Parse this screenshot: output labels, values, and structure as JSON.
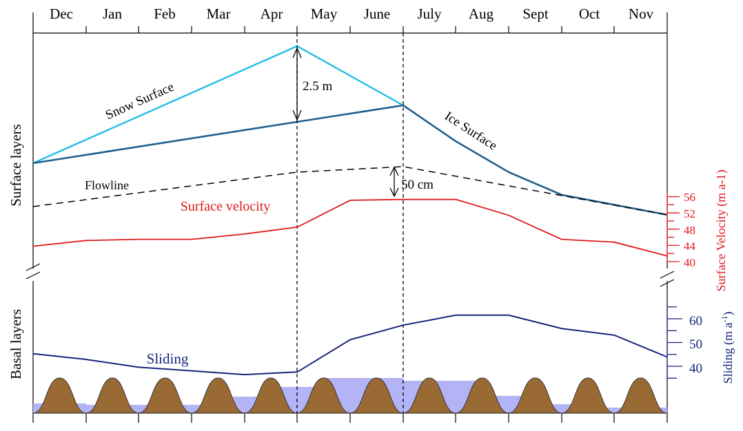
{
  "months": [
    "Dec",
    "Jan",
    "Feb",
    "Mar",
    "Apr",
    "May",
    "June",
    "July",
    "Aug",
    "Sept",
    "Oct",
    "Nov"
  ],
  "labels": {
    "snow_surface": "Snow Surface",
    "ice_surface": "Ice Surface",
    "flowline": "Flowline",
    "surface_velocity": "Surface velocity",
    "sliding": "Sliding",
    "surface_layers": "Surface layers",
    "basal_layers": "Basal layers",
    "snow_thickness": "2.5 m",
    "flowline_offset": "50 cm"
  },
  "axes": {
    "surface_velocity": {
      "title": "Surface Velocity (m a-1)",
      "ticks": [
        40,
        44,
        48,
        52,
        56
      ]
    },
    "sliding": {
      "title_prefix": "Sliding (m a",
      "title_superscript": "-1",
      "title_suffix": ")",
      "ticks": [
        40,
        50,
        60
      ]
    }
  },
  "chart_data": {
    "type": "line",
    "x": [
      "Dec",
      "Jan",
      "Feb",
      "Mar",
      "Apr",
      "May",
      "June",
      "July",
      "Aug",
      "Sept",
      "Oct",
      "Nov"
    ],
    "surface_velocity": [
      43.8,
      45.2,
      45.5,
      45.5,
      46.8,
      48.5,
      55.1,
      55.3,
      55.3,
      51.4,
      45.5,
      44.8,
      41.4
    ],
    "sliding": [
      45.3,
      42.9,
      39.6,
      38.1,
      36.5,
      37.6,
      51.2,
      57.3,
      61.5,
      61.5,
      55.9,
      53.1,
      43.9
    ]
  },
  "colors": {
    "snow": "#22bde6",
    "ice": "#1f5f8e",
    "velocity": "#e01818",
    "sliding": "#16237e",
    "bedrock": "#9a6a35",
    "water": "#b3b3f5"
  }
}
